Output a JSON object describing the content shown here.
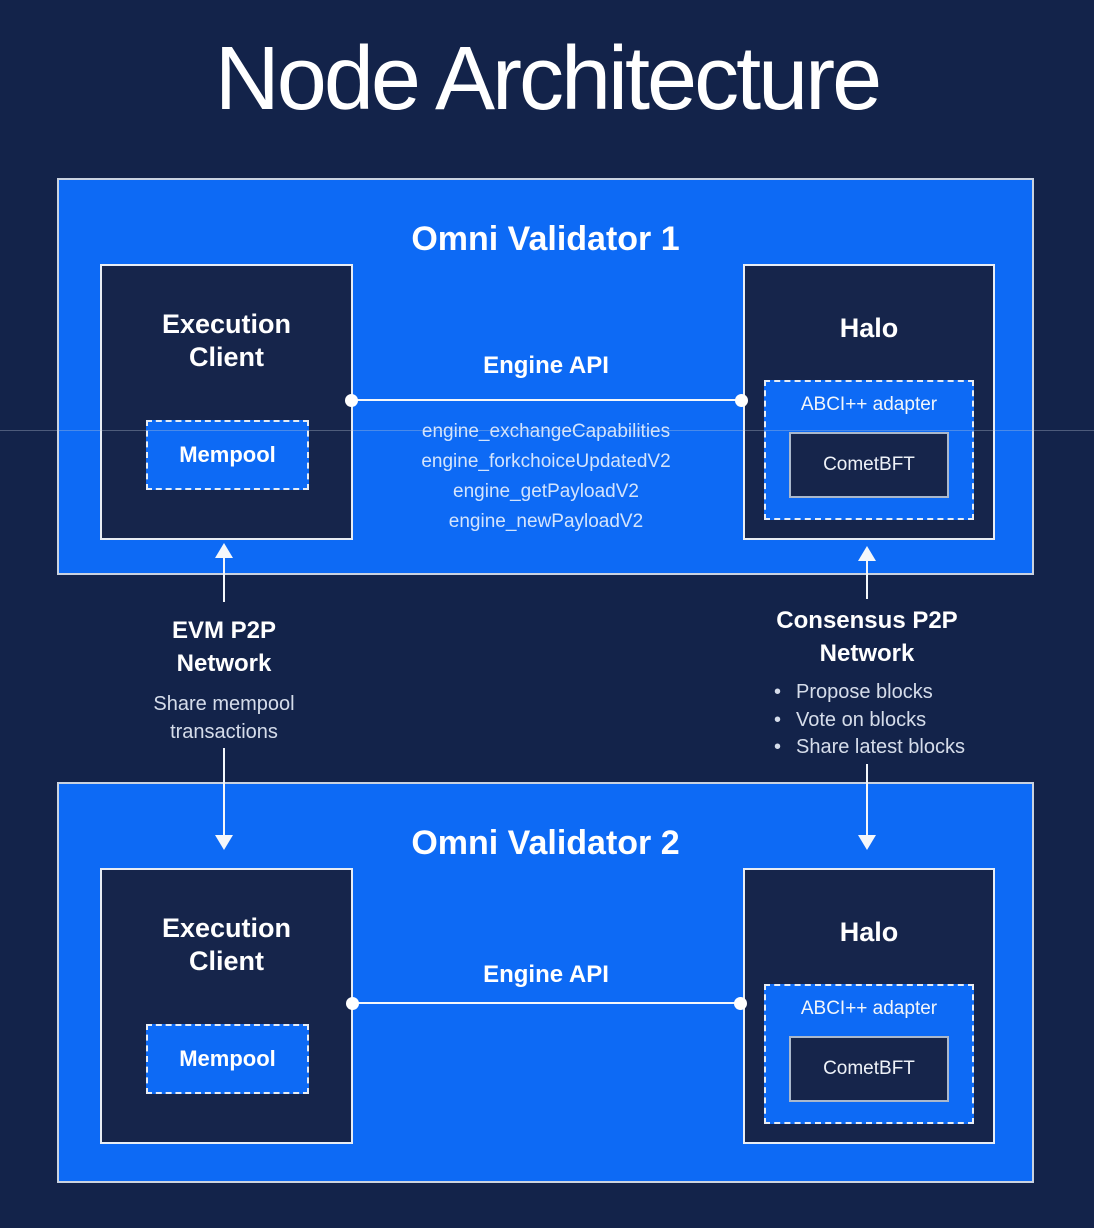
{
  "page": {
    "title": "Node Architecture"
  },
  "colors": {
    "background_navy": "#13234a",
    "accent_blue": "#0d6af5",
    "box_navy": "#16254b",
    "border_light": "#e8edf4",
    "text_white": "#ffffff"
  },
  "validators": [
    {
      "title": "Omni Validator 1",
      "execution_client": {
        "title": "Execution\nClient",
        "mempool_label": "Mempool"
      },
      "engine_api": {
        "label": "Engine API",
        "methods": [
          "engine_exchangeCapabilities",
          "engine_forkchoiceUpdatedV2",
          "engine_getPayloadV2",
          "engine_newPayloadV2"
        ]
      },
      "halo": {
        "title": "Halo",
        "abci_label": "ABCI++ adapter",
        "cometbft_label": "CometBFT"
      }
    },
    {
      "title": "Omni Validator 2",
      "execution_client": {
        "title": "Execution\nClient",
        "mempool_label": "Mempool"
      },
      "engine_api": {
        "label": "Engine API"
      },
      "halo": {
        "title": "Halo",
        "abci_label": "ABCI++ adapter",
        "cometbft_label": "CometBFT"
      }
    }
  ],
  "connections": {
    "evm": {
      "title": "EVM P2P\nNetwork",
      "subtitle": "Share mempool\ntransactions"
    },
    "consensus": {
      "title": "Consensus P2P\nNetwork",
      "bullets": [
        "Propose blocks",
        "Vote on blocks",
        "Share latest blocks"
      ]
    }
  }
}
